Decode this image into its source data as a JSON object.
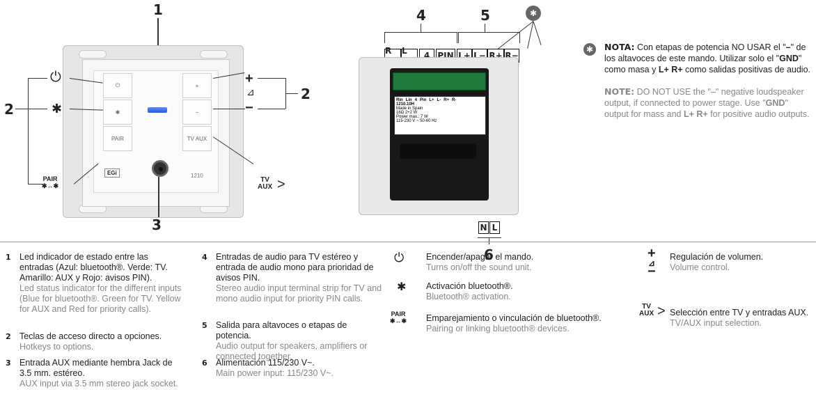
{
  "callouts": {
    "n1": "1",
    "n2": "2",
    "n3": "3",
    "n4": "4",
    "n5": "5",
    "n6": "6"
  },
  "front": {
    "model": "1210",
    "brand": "EGi",
    "key_power": "⏻",
    "key_bt": "✱",
    "key_pair": "PAIR",
    "key_tvaux": "TV AUX",
    "key_plus": "+",
    "key_minus": "−"
  },
  "back": {
    "terminals_left": [
      "R IN",
      "L IN",
      "4",
      "PIN"
    ],
    "terminals_right": [
      "L+",
      "L−",
      "R+",
      "R−"
    ],
    "label_lines": [
      "Rin",
      "Lin",
      "4",
      "Pin",
      "L+",
      "L-",
      "R+",
      "R-",
      "1210.10H",
      "Made in Spain",
      "16Ω 2+2 W",
      "Power max.: 7 W",
      "115-230 V ~ 50-60 Hz",
      "N",
      "L"
    ],
    "power_terminals": [
      "N",
      "L"
    ]
  },
  "nota": {
    "es_head": "NOTA:",
    "es_text_1": "Con etapas de potencia NO USAR el \"",
    "es_minus": "–",
    "es_text_2": "\" de los altavoces de este mando. Utilizar solo el \"",
    "es_gnd": "GND",
    "es_text_3": "\" como masa y ",
    "es_lr": "L+ R+",
    "es_text_4": " como salidas positivas de audio.",
    "en_head": "NOTE:",
    "en_text_1": " DO NOT USE the \"–\" negative loudspeaker output, if connected to power stage. Use \"",
    "en_gnd": "GND",
    "en_text_2": "\" output for mass and ",
    "en_lr": "L+ R+",
    "en_text_3": " for positive audio outputs."
  },
  "legend": {
    "items": [
      {
        "num": "1",
        "es": "Led indicador de estado entre las entradas (Azul: bluetooth®. Verde: TV. Amarillo: AUX y Rojo: avisos PIN).",
        "en": "Led status indicator for the different inputs (Blue for bluetooth®. Green for TV. Yellow for AUX and Red for priority calls)."
      },
      {
        "num": "2",
        "es": "Teclas de acceso directo a opciones.",
        "en": "Hotkeys to options."
      },
      {
        "num": "3",
        "es": "Entrada AUX mediante hembra Jack de 3.5 mm. estéreo.",
        "en": "AUX input via 3.5 mm stereo jack socket."
      },
      {
        "num": "4",
        "es": "Entradas de audio para TV estéreo y entrada de audio mono para prioridad de avisos PIN.",
        "en": "Stereo audio input terminal strip for TV and mono audio input for priority PIN calls."
      },
      {
        "num": "5",
        "es": "Salida para altavoces o etapas de potencia.",
        "en": "Audio output for speakers, amplifiers or connected together."
      },
      {
        "num": "6",
        "es": "Alimentación 115/230 V~.",
        "en": "Main power input: 115/230 V~."
      }
    ],
    "symbols": [
      {
        "icon": "⏻",
        "es": "Encender/apagar el mando.",
        "en": "Turns on/off the sound unit."
      },
      {
        "icon": "✱",
        "es": "Activación bluetooth®.",
        "en": "Bluetooth® activation."
      },
      {
        "icon": "PAIR",
        "es": "Emparejamiento o vinculación de bluetooth®.",
        "en": "Pairing or linking bluetooth® devices."
      },
      {
        "icon": "+ −",
        "es": "Regulación de volumen.",
        "en": "Volume control."
      },
      {
        "icon": "TV AUX >",
        "es": "Selección entre TV y entradas AUX.",
        "en": "TV/AUX input selection."
      }
    ]
  }
}
